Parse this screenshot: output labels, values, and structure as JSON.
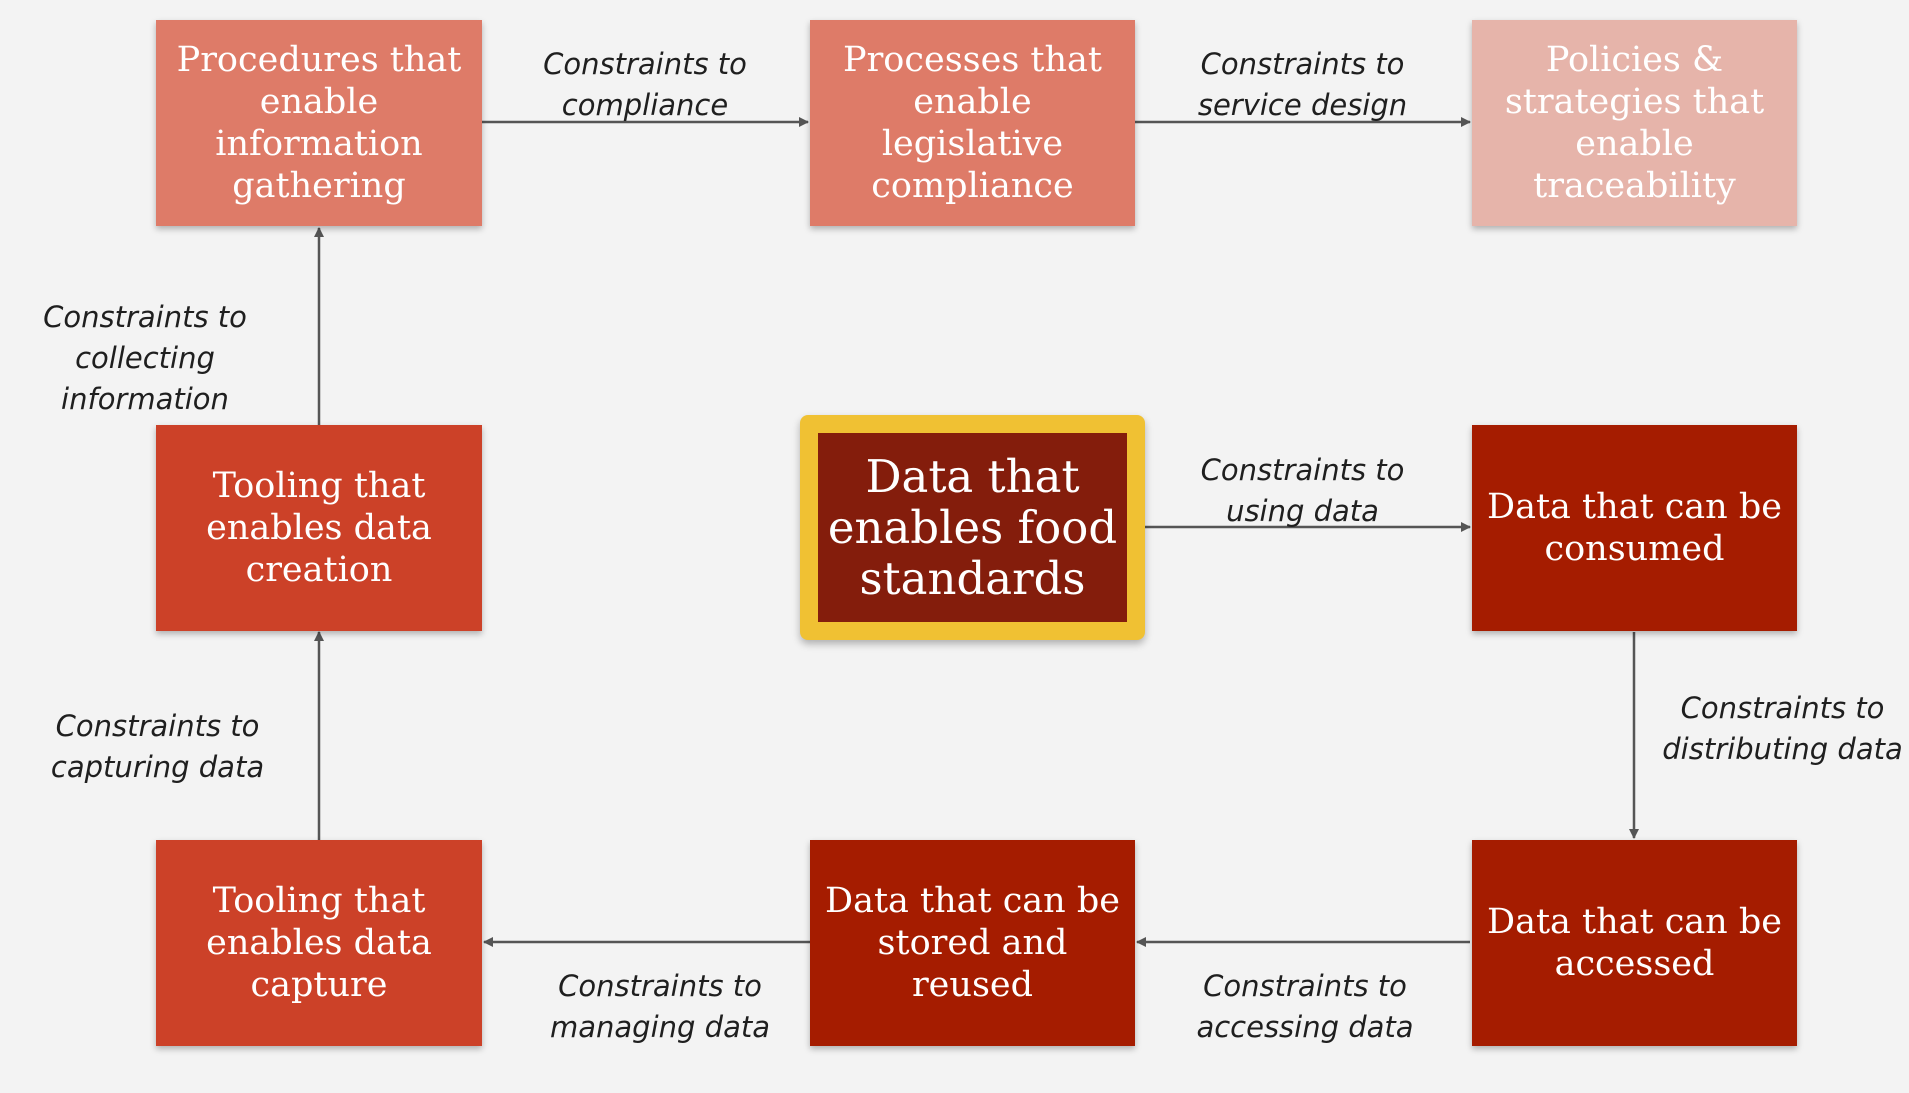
{
  "colors": {
    "background": "#f3f3f3",
    "policy_box": "#e6b4aa",
    "process_box": "#de7b68",
    "tooling_box": "#cc4128",
    "data_box": "#a51c00",
    "center_fill": "#841d0c",
    "center_frame": "#f0c133",
    "arrow": "#555555"
  },
  "nodes": {
    "procedures": "Procedures that enable information gathering",
    "processes": "Processes that enable legislative compliance",
    "policies": "Policies & strategies that enable traceability",
    "tooling_creation": "Tooling that enables data creation",
    "center": "Data that enables food standards",
    "consumed": "Data that can be consumed",
    "tooling_capture": "Tooling that enables data capture",
    "stored": "Data that can be stored and reused",
    "accessed": "Data that can be accessed"
  },
  "edges": {
    "compliance": "Constraints to\ncompliance",
    "service_design": "Constraints to\nservice design",
    "collecting": "Constraints to\ncollecting information",
    "using": "Constraints to\nusing data",
    "capturing": "Constraints to\ncapturing data",
    "distributing": "Constraints to\ndistributing data",
    "managing": "Constraints to\nmanaging data",
    "accessing": "Constraints to\naccessing data"
  }
}
